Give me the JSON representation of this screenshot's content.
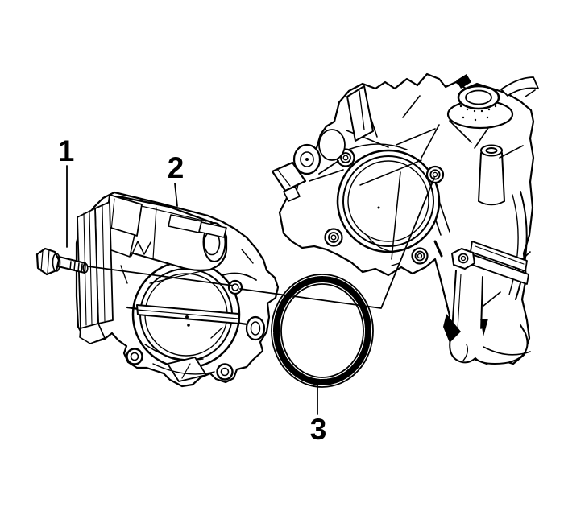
{
  "figure": {
    "background_color": "#ffffff",
    "line_color": "#000000",
    "callouts": [
      {
        "number": "1"
      },
      {
        "number": "2"
      },
      {
        "number": "3"
      }
    ]
  }
}
